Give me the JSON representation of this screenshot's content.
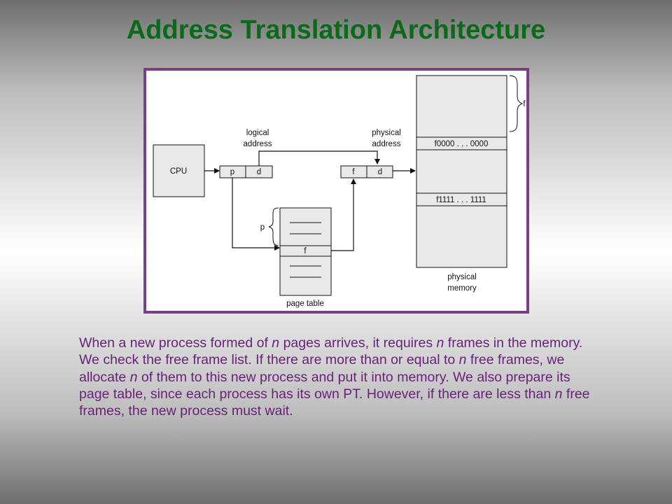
{
  "slide": {
    "title": "Address Translation Architecture"
  },
  "diagram": {
    "cpu_label": "CPU",
    "logical_address_label_line1": "logical",
    "logical_address_label_line2": "address",
    "physical_address_label_line1": "physical",
    "physical_address_label_line2": "address",
    "logical_p": "p",
    "logical_d": "d",
    "physical_f": "f",
    "physical_d": "d",
    "page_table_label": "page table",
    "page_table_p_label": "p",
    "page_table_entry_f": "f",
    "frame_start": "f0000 . . . 0000",
    "frame_end": "f1111 . . . 1111",
    "physical_memory_label_line1": "physical",
    "physical_memory_label_line2": "memory",
    "memory_f_label": "f"
  },
  "paragraph": {
    "parts": [
      {
        "text": "When a new process formed of ",
        "italic": false
      },
      {
        "text": "n",
        "italic": true
      },
      {
        "text": " pages arrives, it requires ",
        "italic": false
      },
      {
        "text": "n",
        "italic": true
      },
      {
        "text": " frames in the memory. We check the free frame list. If there are more than or equal to ",
        "italic": false
      },
      {
        "text": "n",
        "italic": true
      },
      {
        "text": " free frames, we allocate ",
        "italic": false
      },
      {
        "text": "n",
        "italic": true
      },
      {
        "text": " of them to this new process and put it into memory. We also prepare its page table, since each process has its own PT. However, if there are less than ",
        "italic": false
      },
      {
        "text": "n",
        "italic": true
      },
      {
        "text": " free frames, the new process must wait.",
        "italic": false
      }
    ]
  }
}
